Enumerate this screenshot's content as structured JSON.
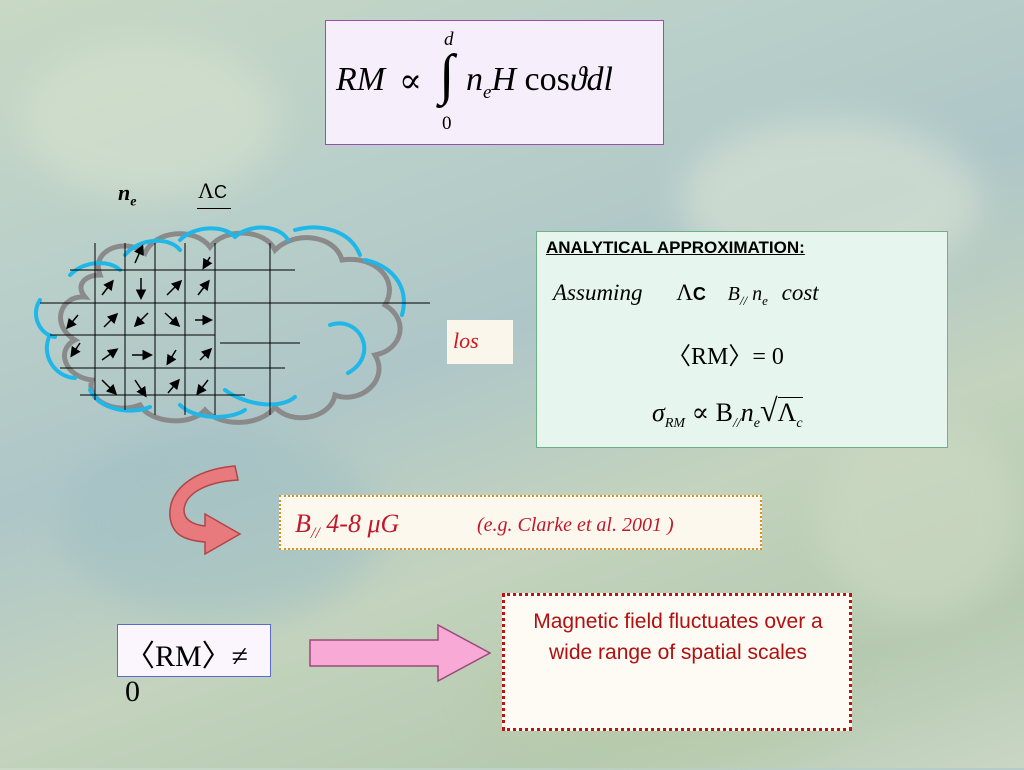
{
  "formula": {
    "lhs": "RM",
    "prop": "∝",
    "int_upper": "d",
    "int_lower": "0",
    "n": "n",
    "e": "e",
    "H": "H",
    "cos": "cos",
    "theta": "ϑ",
    "dl": "dl"
  },
  "cloud": {
    "ne_label": "n",
    "ne_sub": "e",
    "lambda": "Λ",
    "lambda_sub": "C"
  },
  "los_label": "los",
  "analytic": {
    "title": "ANALYTICAL APPROXIMATION:",
    "assuming": "Assuming",
    "lambda": "Λ",
    "lambda_sub": "C",
    "b": "B",
    "b_sub": "//",
    "n": "n",
    "n_sub": "e",
    "cost": "cost",
    "rm_avg": "〈RM〉= 0",
    "sigma": "σ",
    "sigma_sub": "RM",
    "sigma_rhs": "∝ B",
    "sigma_b_sub": "//",
    "sigma_n": "n",
    "sigma_n_sub": "e",
    "sigma_lambda": "Λ",
    "sigma_lambda_sub": "c"
  },
  "bpar": {
    "b": "B",
    "b_sub": "//",
    "value": "4-8 μG",
    "ref": "(e.g. Clarke et al. 2001 )"
  },
  "rm_ne": "〈RM〉≠ 0",
  "note": "Magnetic field fluctuates over a wide range of spatial scales",
  "colors": {
    "cloud_gray": "#8a8a8a",
    "cloud_blue": "#1fb7e8",
    "curved_arrow": "#e87a7d",
    "pink_arrow": "#f8a9d6",
    "text_red": "#c0182b"
  }
}
